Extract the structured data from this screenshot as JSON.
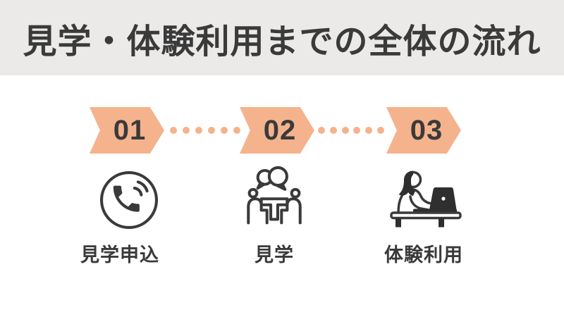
{
  "colors": {
    "canvas": "#FFFFFF",
    "header-bg": "#EBEAE8",
    "ink": "#3A3A3A",
    "accent": "#F4B38D",
    "icon-dark": "#2F2F2F"
  },
  "header": {
    "title": "見学・体験利用までの全体の流れ"
  },
  "flow": {
    "dots_per_connector": 6,
    "steps": [
      {
        "number": "01",
        "label": "見学申込",
        "icon": "phone-call-icon"
      },
      {
        "number": "02",
        "label": "見学",
        "icon": "meeting-icon"
      },
      {
        "number": "03",
        "label": "体験利用",
        "icon": "laptop-user-icon"
      }
    ]
  }
}
